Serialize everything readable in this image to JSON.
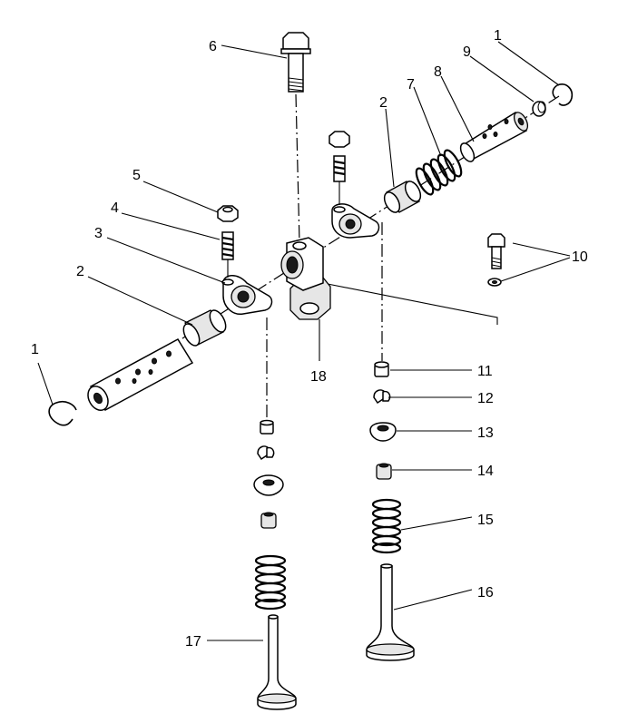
{
  "diagram": {
    "callouts": [
      {
        "id": "c1a",
        "label": "1"
      },
      {
        "id": "c1b",
        "label": "1"
      },
      {
        "id": "c2a",
        "label": "2"
      },
      {
        "id": "c2b",
        "label": "2"
      },
      {
        "id": "c3",
        "label": "3"
      },
      {
        "id": "c4",
        "label": "4"
      },
      {
        "id": "c5",
        "label": "5"
      },
      {
        "id": "c6",
        "label": "6"
      },
      {
        "id": "c7",
        "label": "7"
      },
      {
        "id": "c8",
        "label": "8"
      },
      {
        "id": "c9",
        "label": "9"
      },
      {
        "id": "c10",
        "label": "10"
      },
      {
        "id": "c11",
        "label": "11"
      },
      {
        "id": "c12",
        "label": "12"
      },
      {
        "id": "c13",
        "label": "13"
      },
      {
        "id": "c14",
        "label": "14"
      },
      {
        "id": "c15",
        "label": "15"
      },
      {
        "id": "c16",
        "label": "16"
      },
      {
        "id": "c17",
        "label": "17"
      },
      {
        "id": "c18",
        "label": "18"
      }
    ]
  }
}
